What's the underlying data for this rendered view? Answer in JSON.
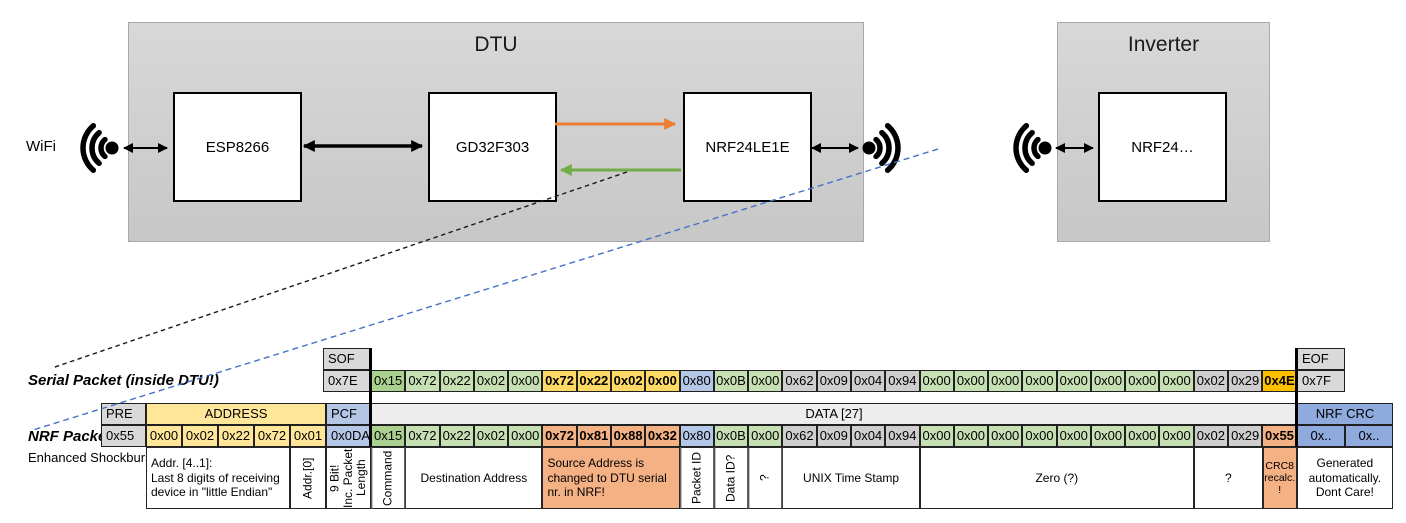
{
  "colors": {
    "gray_header": "#D9D9D9",
    "gray_byte": "#CFCDCD",
    "green_dark": "#A9D08E",
    "green": "#C6E0B4",
    "gold": "#FFD966",
    "gold_dark": "#FFC000",
    "yellow": "#FFE699",
    "blue_light": "#B4C7E7",
    "blue": "#8FAADC",
    "salmon": "#F4B183",
    "white": "#FFFFFF",
    "data_header": "#EDEDED",
    "orange_arrow": "#ED7D31",
    "green_arrow": "#70AD47",
    "dashed_blue": "#4472C4"
  },
  "diagram": {
    "wifi_label": "WiFi",
    "dtu_title": "DTU",
    "esp_label": "ESP8266",
    "gd_label": "GD32F303",
    "nrf_label": "NRF24LE1E",
    "inverter_title": "Inverter",
    "inverter_nrf_label": "NRF24…"
  },
  "serial": {
    "label": "Serial Packet (inside DTU!)",
    "sof_header": "SOF",
    "sof_value": "0x7E",
    "eof_header": "EOF",
    "eof_value": "0x7F",
    "bytes": [
      {
        "v": "0x15",
        "c": "green_dark"
      },
      {
        "v": "0x72",
        "c": "green"
      },
      {
        "v": "0x22",
        "c": "green"
      },
      {
        "v": "0x02",
        "c": "green"
      },
      {
        "v": "0x00",
        "c": "green"
      },
      {
        "v": "0x72",
        "c": "gold",
        "b": true
      },
      {
        "v": "0x22",
        "c": "gold",
        "b": true
      },
      {
        "v": "0x02",
        "c": "gold",
        "b": true
      },
      {
        "v": "0x00",
        "c": "gold",
        "b": true
      },
      {
        "v": "0x80",
        "c": "blue_light"
      },
      {
        "v": "0x0B",
        "c": "green"
      },
      {
        "v": "0x00",
        "c": "green"
      },
      {
        "v": "0x62",
        "c": "gray_byte"
      },
      {
        "v": "0x09",
        "c": "gray_byte"
      },
      {
        "v": "0x04",
        "c": "gray_byte"
      },
      {
        "v": "0x94",
        "c": "gray_byte"
      },
      {
        "v": "0x00",
        "c": "green"
      },
      {
        "v": "0x00",
        "c": "green"
      },
      {
        "v": "0x00",
        "c": "green"
      },
      {
        "v": "0x00",
        "c": "green"
      },
      {
        "v": "0x00",
        "c": "green"
      },
      {
        "v": "0x00",
        "c": "green"
      },
      {
        "v": "0x00",
        "c": "green"
      },
      {
        "v": "0x00",
        "c": "green"
      },
      {
        "v": "0x02",
        "c": "gray_byte"
      },
      {
        "v": "0x29",
        "c": "gray_byte"
      },
      {
        "v": "0x4E",
        "c": "gold_dark",
        "b": true
      }
    ]
  },
  "nrf": {
    "label": "NRF Packet",
    "sublabel": "Enhanced Shockburst",
    "headers": {
      "pre": "PRE",
      "address": "ADDRESS",
      "pcf": "PCF",
      "data": "DATA [27]",
      "crc": "NRF CRC"
    },
    "pre_value": "0x55",
    "address_bytes": [
      "0x00",
      "0x02",
      "0x22",
      "0x72",
      "0x01"
    ],
    "pcf_value": "0x0DA",
    "bytes": [
      {
        "v": "0x15",
        "c": "green_dark"
      },
      {
        "v": "0x72",
        "c": "green"
      },
      {
        "v": "0x22",
        "c": "green"
      },
      {
        "v": "0x02",
        "c": "green"
      },
      {
        "v": "0x00",
        "c": "green"
      },
      {
        "v": "0x72",
        "c": "salmon",
        "b": true
      },
      {
        "v": "0x81",
        "c": "salmon",
        "b": true
      },
      {
        "v": "0x88",
        "c": "salmon",
        "b": true
      },
      {
        "v": "0x32",
        "c": "salmon",
        "b": true
      },
      {
        "v": "0x80",
        "c": "blue_light"
      },
      {
        "v": "0x0B",
        "c": "green"
      },
      {
        "v": "0x00",
        "c": "green"
      },
      {
        "v": "0x62",
        "c": "gray_byte"
      },
      {
        "v": "0x09",
        "c": "gray_byte"
      },
      {
        "v": "0x04",
        "c": "gray_byte"
      },
      {
        "v": "0x94",
        "c": "gray_byte"
      },
      {
        "v": "0x00",
        "c": "green"
      },
      {
        "v": "0x00",
        "c": "green"
      },
      {
        "v": "0x00",
        "c": "green"
      },
      {
        "v": "0x00",
        "c": "green"
      },
      {
        "v": "0x00",
        "c": "green"
      },
      {
        "v": "0x00",
        "c": "green"
      },
      {
        "v": "0x00",
        "c": "green"
      },
      {
        "v": "0x00",
        "c": "green"
      },
      {
        "v": "0x02",
        "c": "gray_byte"
      },
      {
        "v": "0x29",
        "c": "gray_byte"
      },
      {
        "v": "0x55",
        "c": "salmon",
        "b": true
      }
    ],
    "crc_values": [
      "0x..",
      "0x.."
    ]
  },
  "annotations": [
    {
      "text": "Addr. [4..1]:\nLast 8 digits of receiving\ndevice in \"little Endian\"",
      "span": "address4",
      "bg": "white",
      "align": "left",
      "name": "annotation-address-4-1"
    },
    {
      "text": "Addr.[0]",
      "span": "address1",
      "vertical": true,
      "name": "annotation-address-0"
    },
    {
      "text": "9 Bit!\nInc. Packet\nLength",
      "span": "pcf",
      "vertical": true,
      "name": "annotation-pcf"
    },
    {
      "text": "Command",
      "span": "d1",
      "vertical": true,
      "name": "annotation-command"
    },
    {
      "text": "Destination Address",
      "span": "d4",
      "name": "annotation-destination-address"
    },
    {
      "text": "Source Address is\nchanged to DTU serial\nnr. in NRF!",
      "span": "d4",
      "bg": "salmon",
      "align": "left",
      "name": "annotation-source-address"
    },
    {
      "text": "Packet ID",
      "span": "d1",
      "vertical": true,
      "name": "annotation-packet-id"
    },
    {
      "text": "Data ID?",
      "span": "d1",
      "vertical": true,
      "name": "annotation-data-id"
    },
    {
      "text": "?",
      "span": "d1",
      "vertical": true,
      "name": "annotation-question-1"
    },
    {
      "text": "UNIX Time Stamp",
      "span": "d4",
      "name": "annotation-unix-timestamp"
    },
    {
      "text": "Zero (?)",
      "span": "d8",
      "name": "annotation-zero"
    },
    {
      "text": "?",
      "span": "d2",
      "name": "annotation-question-2"
    },
    {
      "text": "CRC8\nrecalc.\n!",
      "span": "d1",
      "bg": "salmon",
      "small": true,
      "name": "annotation-crc8"
    },
    {
      "text": "Generated\nautomatically.\nDont Care!",
      "span": "crc2",
      "name": "annotation-nrf-crc"
    }
  ]
}
